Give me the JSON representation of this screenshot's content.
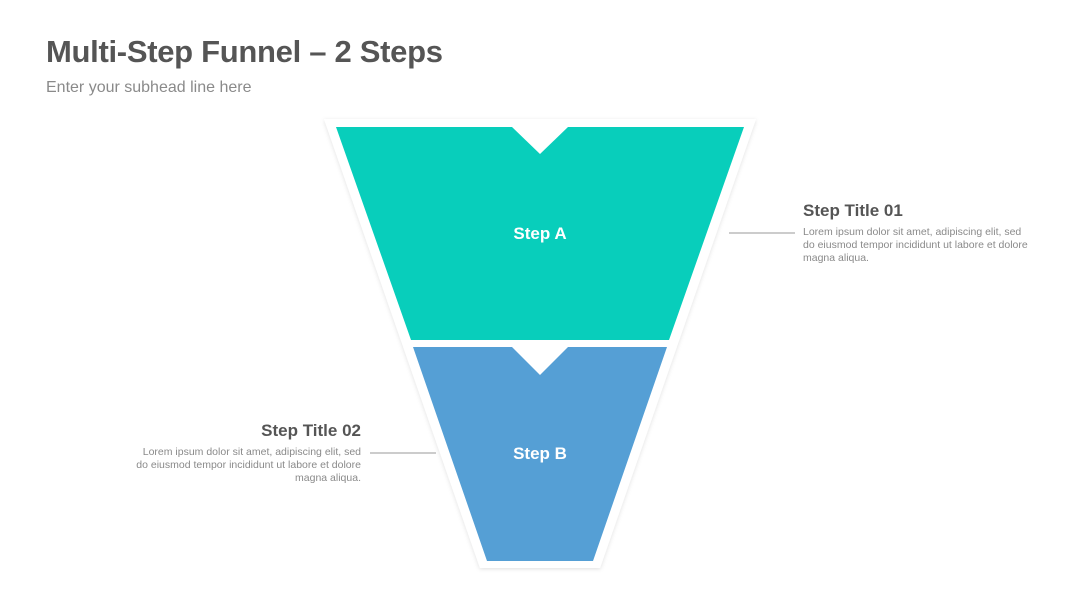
{
  "header": {
    "title": "Multi-Step Funnel – 2 Steps",
    "subtitle": "Enter your subhead line here"
  },
  "steps": [
    {
      "label": "Step A",
      "title": "Step Title 01",
      "description": "Lorem ipsum dolor sit amet, adipiscing elit, sed do eiusmod tempor incididunt ut labore et dolore magna aliqua.",
      "color": "#08CEBB"
    },
    {
      "label": "Step B",
      "title": "Step Title 02",
      "description": "Lorem ipsum dolor sit amet, adipiscing elit, sed do eiusmod tempor incididunt ut labore et dolore magna aliqua.",
      "color": "#559FD5"
    }
  ],
  "colors": {
    "text_dark": "#555555",
    "text_light": "#8a8a8a",
    "connector": "#9a9a9a"
  }
}
